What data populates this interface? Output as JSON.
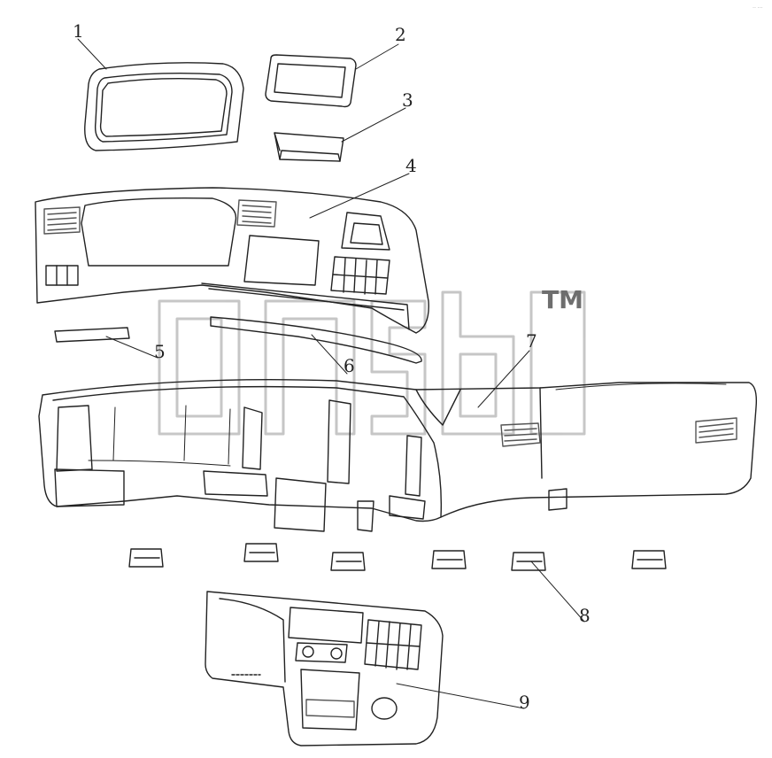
{
  "colors": {
    "ink": "#222222",
    "fill": "#ffffff",
    "vent": "#555555",
    "watermark": "#bdbdbd"
  },
  "watermark": {
    "text": "gmsb",
    "mark": "TM"
  },
  "corner_text": "·· ···",
  "callouts": [
    {
      "label": "1",
      "part": "instrument-cluster-bezel"
    },
    {
      "label": "2",
      "part": "display-frame"
    },
    {
      "label": "3",
      "part": "storage-tray"
    },
    {
      "label": "4",
      "part": "upper-dashboard-panel"
    },
    {
      "label": "5",
      "part": "trim-strip"
    },
    {
      "label": "6",
      "part": "long-trim-strip"
    },
    {
      "label": "7",
      "part": "dashboard-main-body"
    },
    {
      "label": "8",
      "part": "air-vent"
    },
    {
      "label": "9",
      "part": "center-console-panel"
    }
  ]
}
